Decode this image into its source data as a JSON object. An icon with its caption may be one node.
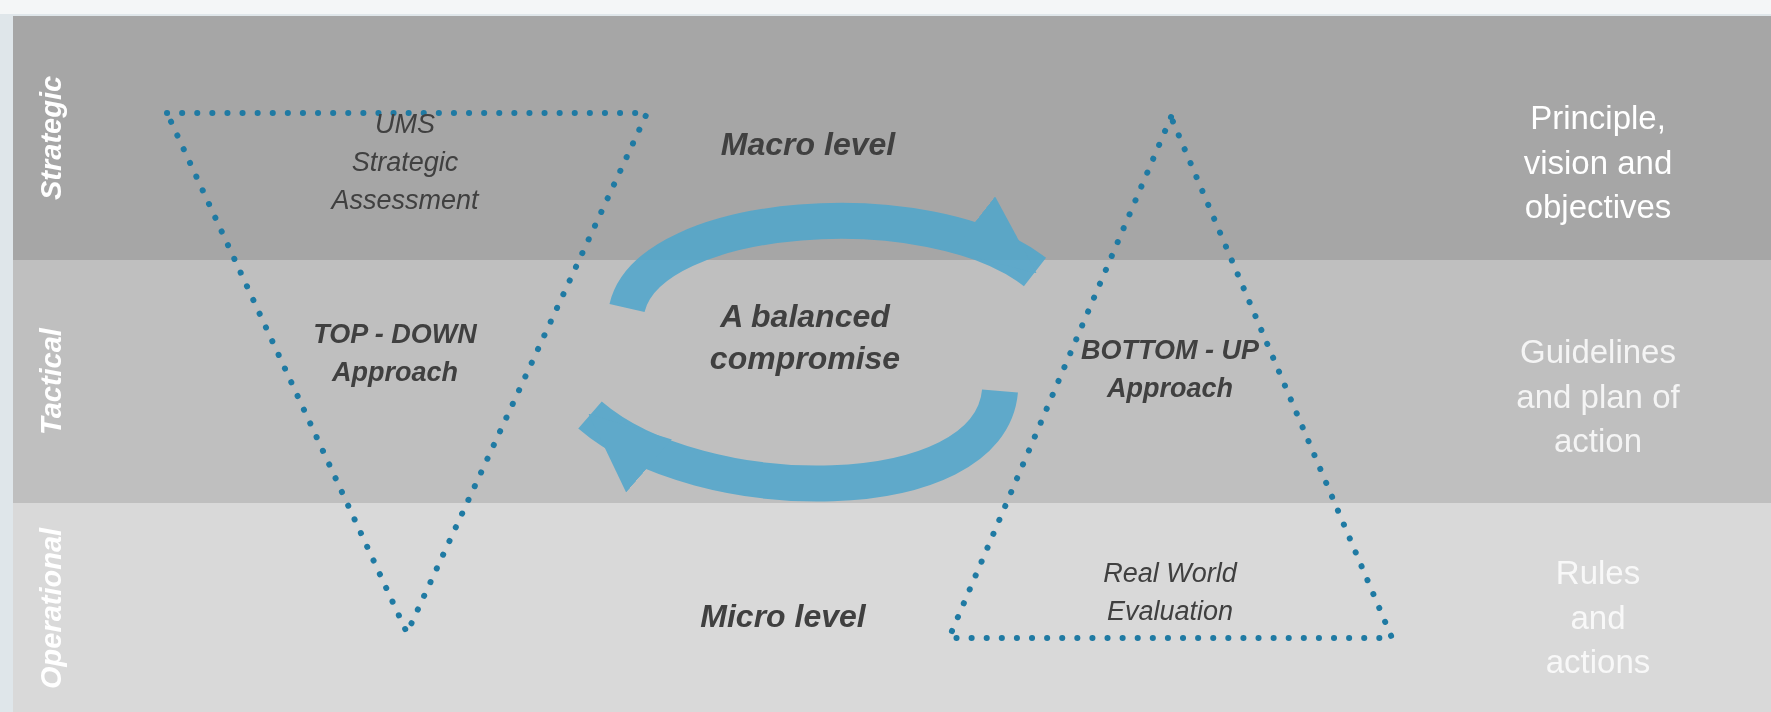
{
  "diagram": {
    "nodes": [
      {
        "text": [
          "Strategic",
          "Principle, vision and objectives"
        ]
      },
      {
        "text": [
          "Tactical",
          "Guidelines and plan of action"
        ]
      },
      {
        "text": [
          "Operational",
          "Rules and actions"
        ]
      },
      {
        "text": [
          "UMS Strategic Assessment",
          "TOP - DOWN Approach"
        ]
      },
      {
        "text": [
          "BOTTOM - UP Approach",
          "Real World Evaluation"
        ]
      },
      {
        "text": [],
        "shape": "cycle"
      }
    ],
    "labels": [
      "Macro level",
      "A balanced compromise",
      "Micro level"
    ]
  }
}
